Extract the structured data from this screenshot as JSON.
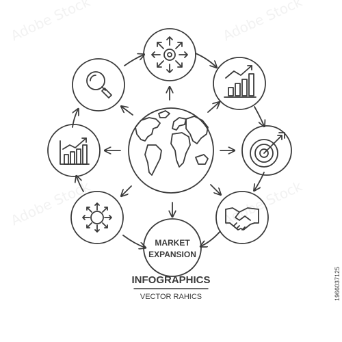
{
  "center_label": {
    "line1": "MARKET",
    "line2": "EXPANSION"
  },
  "footer": {
    "title": "INFOGRAPHICS",
    "subtitle": "VECTOR RAHICS"
  },
  "stock_id": "1966037125",
  "watermark": "Adobe Stock",
  "icons": [
    {
      "id": "distribution",
      "name": "distribution-icon"
    },
    {
      "id": "growth-chart-top",
      "name": "growth-chart-icon"
    },
    {
      "id": "target",
      "name": "target-icon"
    },
    {
      "id": "handshake",
      "name": "handshake-icon"
    },
    {
      "id": "dollar-network",
      "name": "dollar-network-icon"
    },
    {
      "id": "growth-chart-left",
      "name": "bar-chart-icon"
    },
    {
      "id": "search",
      "name": "magnifier-icon"
    },
    {
      "id": "globe",
      "name": "globe-icon"
    }
  ],
  "colors": {
    "line": "#3a3a3a",
    "background": "#ffffff"
  }
}
